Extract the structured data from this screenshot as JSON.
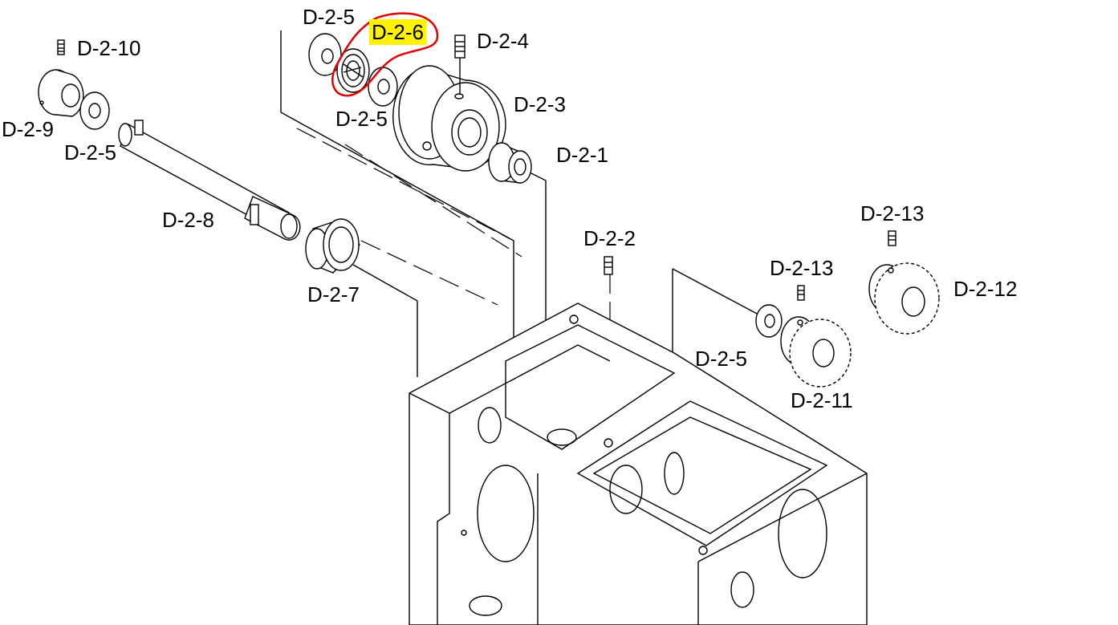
{
  "diagram": {
    "type": "exploded-parts-drawing",
    "highlight_color": "#fff200",
    "circle_color": "#e60000"
  },
  "labels": {
    "d2_1": "D-2-1",
    "d2_2": "D-2-2",
    "d2_3": "D-2-3",
    "d2_4": "D-2-4",
    "d2_5_top": "D-2-5",
    "d2_5_mid": "D-2-5",
    "d2_5_left": "D-2-5",
    "d2_5_right": "D-2-5",
    "d2_6": "D-2-6",
    "d2_7": "D-2-7",
    "d2_8": "D-2-8",
    "d2_9": "D-2-9",
    "d2_10": "D-2-10",
    "d2_11": "D-2-11",
    "d2_12": "D-2-12",
    "d2_13_upper": "D-2-13",
    "d2_13_lower": "D-2-13"
  }
}
